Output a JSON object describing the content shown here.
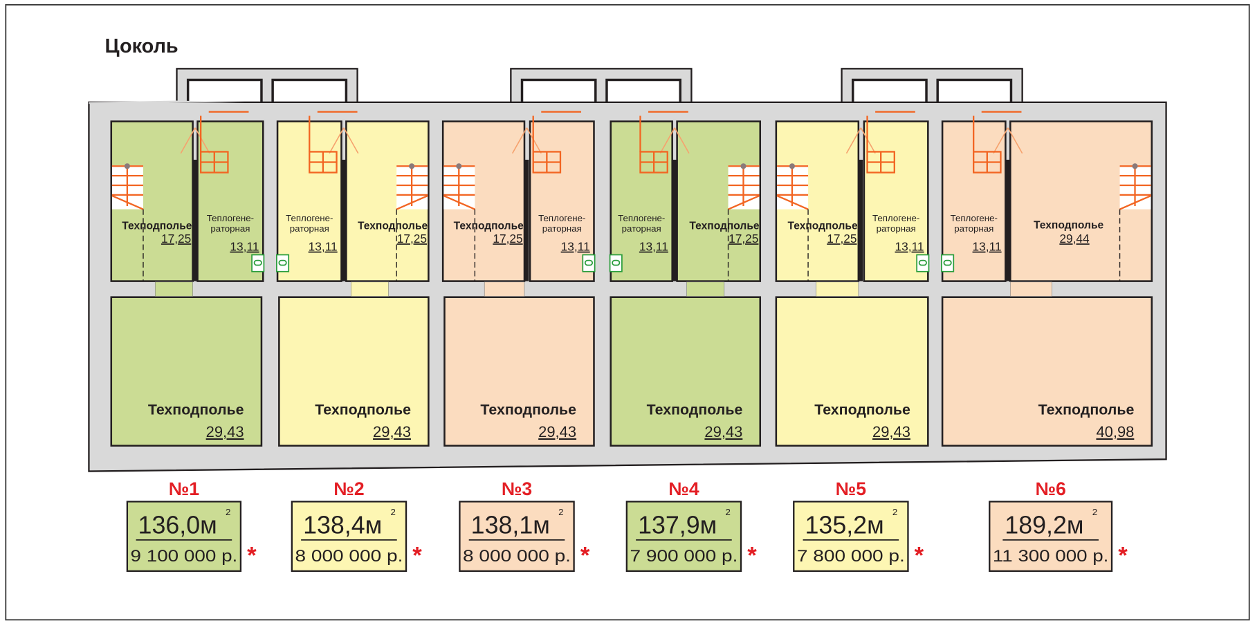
{
  "title": "Цоколь",
  "colors": {
    "green": "#cbdc94",
    "yellow": "#fdf6b3",
    "peach": "#fbdcbf",
    "wall": "#d9d9d9",
    "accent_red": "#e31e24",
    "stairs_orange": "#f26522",
    "boiler_green": "#2a9d3c"
  },
  "units": [
    {
      "no": "№1",
      "area": "136,0м",
      "sup": "2",
      "price": "9 100 000 р.",
      "star": "*",
      "color": "green",
      "heat": {
        "line1": "Теплогене-",
        "line2": "раторная",
        "area": "13,11"
      },
      "tech_top": {
        "name": "Техподполье",
        "area": "17,25"
      },
      "tech_bottom": {
        "name": "Техподполье",
        "area": "29,43"
      }
    },
    {
      "no": "№2",
      "area": "138,4м",
      "sup": "2",
      "price": "8 000 000 р.",
      "star": "*",
      "color": "yellow",
      "heat": {
        "line1": "Теплогене-",
        "line2": "раторная",
        "area": "13,11"
      },
      "tech_top": {
        "name": "Техподполье",
        "area": "17,25"
      },
      "tech_bottom": {
        "name": "Техподполье",
        "area": "29,43"
      }
    },
    {
      "no": "№3",
      "area": "138,1м",
      "sup": "2",
      "price": "8 000 000 р.",
      "star": "*",
      "color": "peach",
      "heat": {
        "line1": "Теплогене-",
        "line2": "раторная",
        "area": "13,11"
      },
      "tech_top": {
        "name": "Техподполье",
        "area": "17,25"
      },
      "tech_bottom": {
        "name": "Техподполье",
        "area": "29,43"
      }
    },
    {
      "no": "№4",
      "area": "137,9м",
      "sup": "2",
      "price": "7 900 000 р.",
      "star": "*",
      "color": "green",
      "heat": {
        "line1": "Теплогене-",
        "line2": "раторная",
        "area": "13,11"
      },
      "tech_top": {
        "name": "Техподполье",
        "area": "17,25"
      },
      "tech_bottom": {
        "name": "Техподполье",
        "area": "29,43"
      }
    },
    {
      "no": "№5",
      "area": "135,2м",
      "sup": "2",
      "price": "7 800 000 р.",
      "star": "*",
      "color": "yellow",
      "heat": {
        "line1": "Теплогене-",
        "line2": "раторная",
        "area": "13,11"
      },
      "tech_top": {
        "name": "Техподполье",
        "area": "17,25"
      },
      "tech_bottom": {
        "name": "Техподполье",
        "area": "29,43"
      }
    },
    {
      "no": "№6",
      "area": "189,2м",
      "sup": "2",
      "price": "11 300 000 р.",
      "star": "*",
      "color": "peach",
      "heat": {
        "line1": "Теплогене-",
        "line2": "раторная",
        "area": "13,11"
      },
      "tech_top": {
        "name": "Техподполье",
        "area": "29,44"
      },
      "tech_bottom": {
        "name": "Техподполье",
        "area": "40,98"
      }
    }
  ]
}
